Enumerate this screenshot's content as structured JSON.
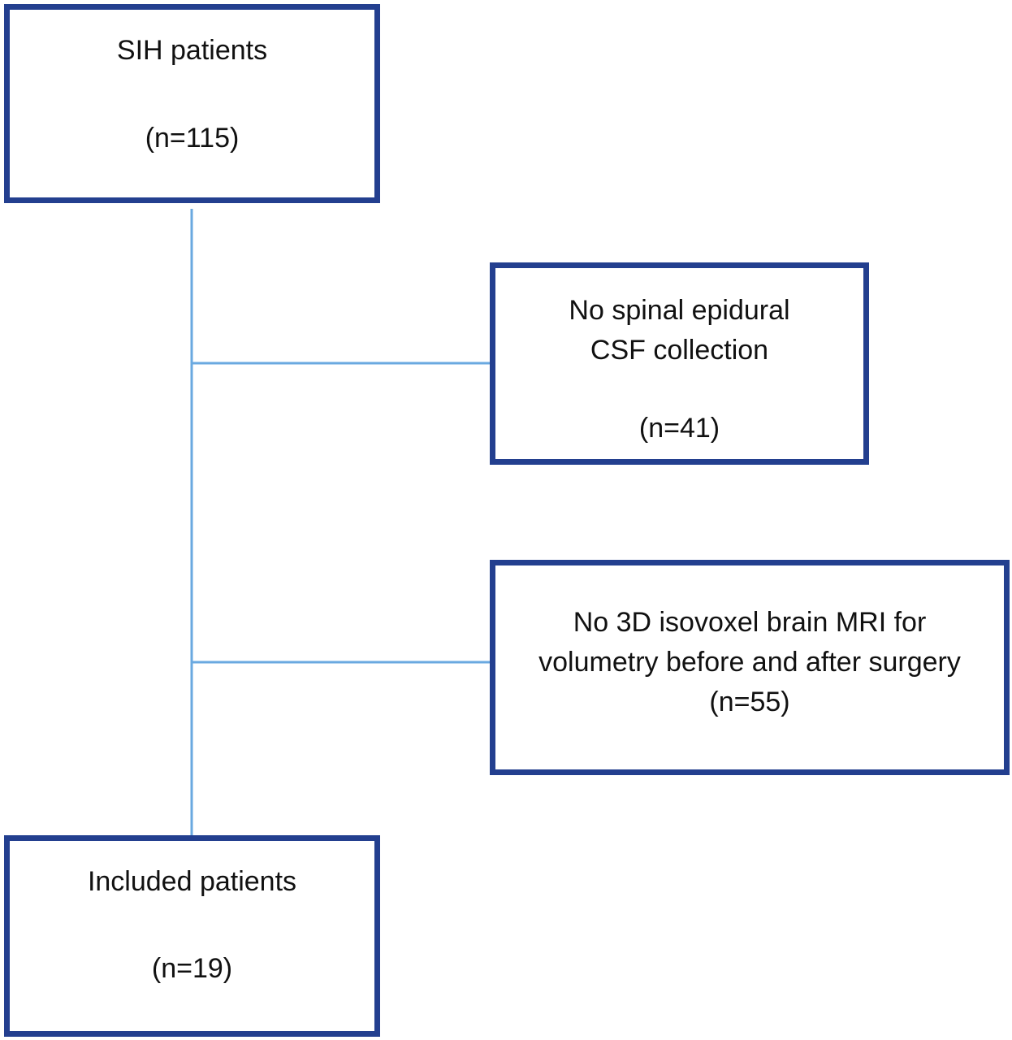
{
  "flowchart": {
    "start": {
      "label": "SIH patients",
      "count": "(n=115)"
    },
    "exclusions": [
      {
        "lines": [
          "No spinal epidural",
          "CSF collection"
        ],
        "count": "(n=41)"
      },
      {
        "lines": [
          "No 3D isovoxel brain MRI for",
          "volumetry before and after surgery"
        ],
        "count": "(n=55)"
      }
    ],
    "end": {
      "label": "Included patients",
      "count": "(n=19)"
    }
  },
  "colors": {
    "box_border": "#233f8f",
    "connector": "#6aa9e0",
    "text": "#111111",
    "background": "#ffffff"
  }
}
